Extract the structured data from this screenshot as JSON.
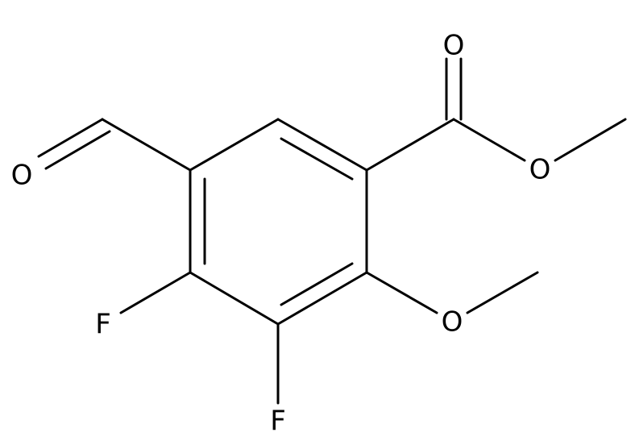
{
  "structure": {
    "atom_labels": {
      "aldehyde_oxygen": "O",
      "carbonyl_oxygen": "O",
      "ester_oxygen": "O",
      "methoxy_oxygen": "O",
      "fluorine_1": "F",
      "fluorine_2": "F"
    }
  },
  "colors": {
    "bond": "#000000",
    "label": "#000000",
    "background": "#ffffff"
  }
}
